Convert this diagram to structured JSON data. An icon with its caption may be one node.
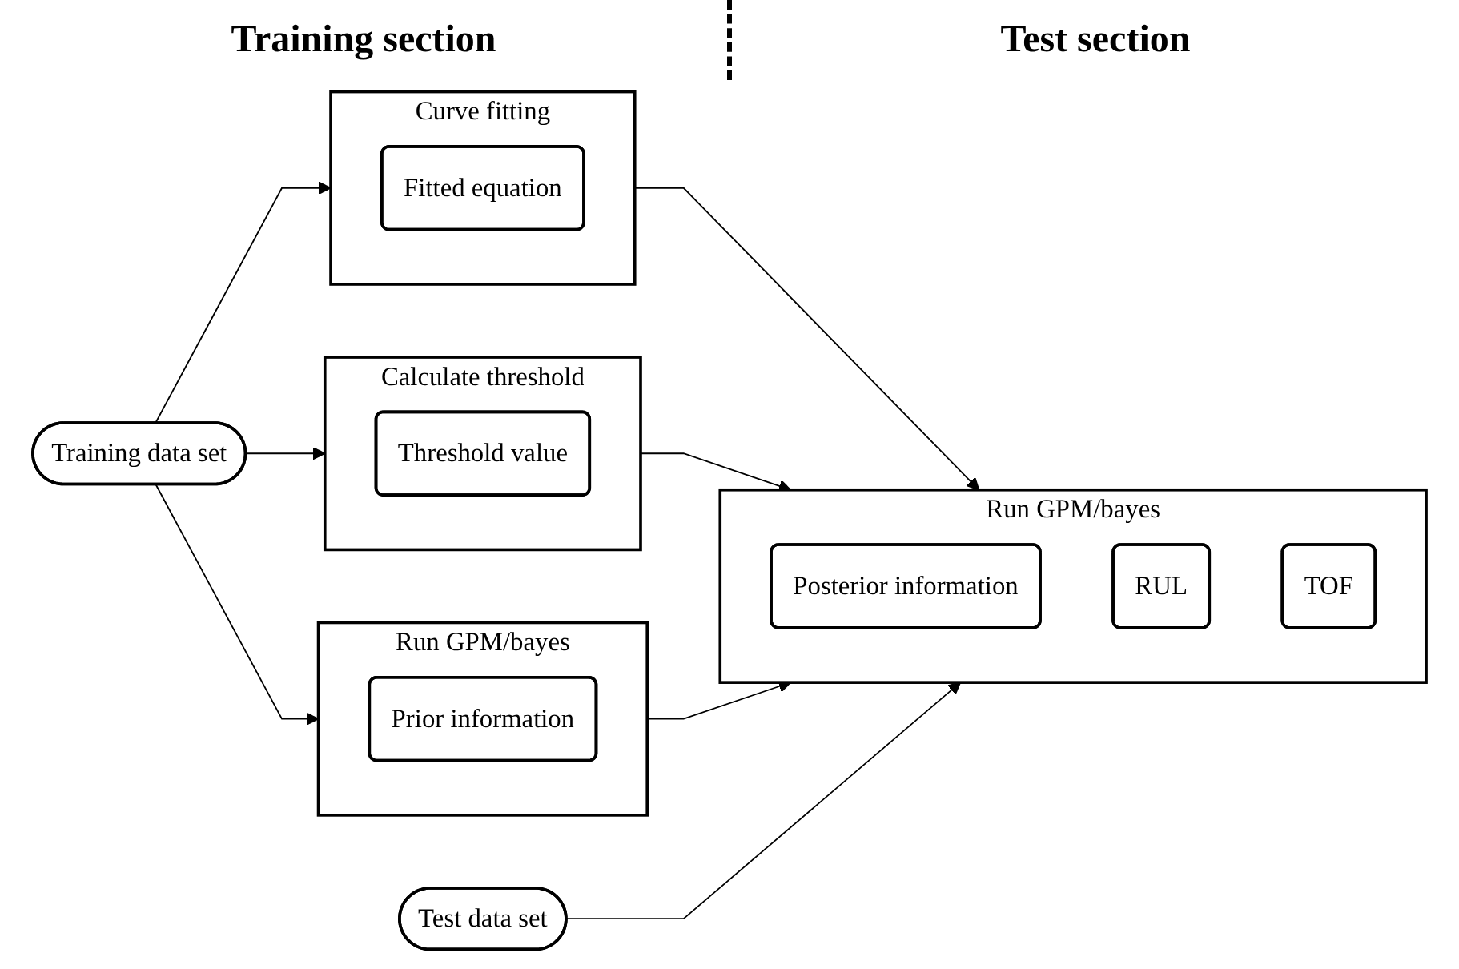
{
  "diagram": {
    "nodes": [
      {
        "text": [
          "Training data set"
        ]
      },
      {
        "text": [
          "Curve fitting"
        ]
      },
      {
        "text": [
          "Fitted equation"
        ],
        "in": 1
      },
      {
        "text": [
          "Calculate threshold"
        ]
      },
      {
        "text": [
          "Threshold value"
        ],
        "in": 3
      },
      {
        "text": [
          "Run GPM/bayes"
        ]
      },
      {
        "text": [
          "Prior information"
        ],
        "in": 5
      },
      {
        "text": [
          "Test data set"
        ]
      },
      {
        "text": [
          "Run GPM/bayes"
        ]
      },
      {
        "text": [
          "Posterior information"
        ],
        "in": 8
      },
      {
        "text": [
          "RUL"
        ],
        "in": 8
      },
      {
        "text": [
          "TOF"
        ],
        "in": 8
      }
    ],
    "edges": [
      {
        "from": 0,
        "to": 1,
        "arrow": "to"
      },
      {
        "from": 0,
        "to": 3,
        "arrow": "to"
      },
      {
        "from": 0,
        "to": 5,
        "arrow": "to"
      },
      {
        "from": 1,
        "to": 8,
        "arrow": "to"
      },
      {
        "from": 3,
        "to": 8,
        "arrow": "to"
      },
      {
        "from": 5,
        "to": 8,
        "arrow": "to"
      },
      {
        "from": 7,
        "to": 8,
        "arrow": "to"
      }
    ],
    "labels": [
      "Training section",
      "Test section"
    ]
  }
}
